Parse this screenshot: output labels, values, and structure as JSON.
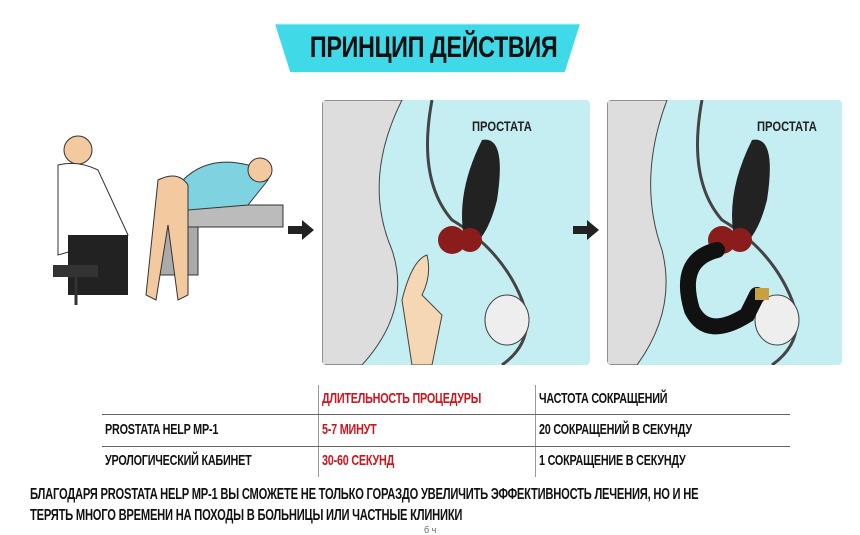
{
  "title": "ПРИНЦИП ДЕЙСТВИЯ",
  "panels": [
    {
      "label": "ПРОСТАТА"
    },
    {
      "label": "ПРОСТАТА"
    }
  ],
  "table": {
    "headers": [
      "",
      "ДЛИТЕЛЬНОСТЬ ПРОЦЕДУРЫ",
      "ЧАСТОТА СОКРАЩЕНИЙ"
    ],
    "rows": [
      [
        "PROSTATA HELP MP-1",
        "5-7 МИНУТ",
        "20 СОКРАЩЕНИЙ В СЕКУНДУ"
      ],
      [
        "УРОЛОГИЧЕСКИЙ КАБИНЕТ",
        "30-60 СЕКУНД",
        "1 СОКРАЩЕНИЕ В СЕКУНДУ"
      ]
    ]
  },
  "footer": {
    "line1": "БЛАГОДАРЯ PROSTATA HELP MP-1 ВЫ СМОЖЕТЕ НЕ ТОЛЬКО ГОРАЗДО УВЕЛИЧИТЬ ЭФФЕКТИВНОСТЬ ЛЕЧЕНИЯ, НО И НЕ",
    "line2": "ТЕРЯТЬ МНОГО ВРЕМЕНИ НА ПОХОДЫ В БОЛЬНИЦЫ ИЛИ ЧАСТНЫЕ КЛИНИКИ",
    "mark": "б ч"
  },
  "colors": {
    "accent": "#3fd9e8",
    "panel": "#c4eef2",
    "red": "#d0141e"
  }
}
